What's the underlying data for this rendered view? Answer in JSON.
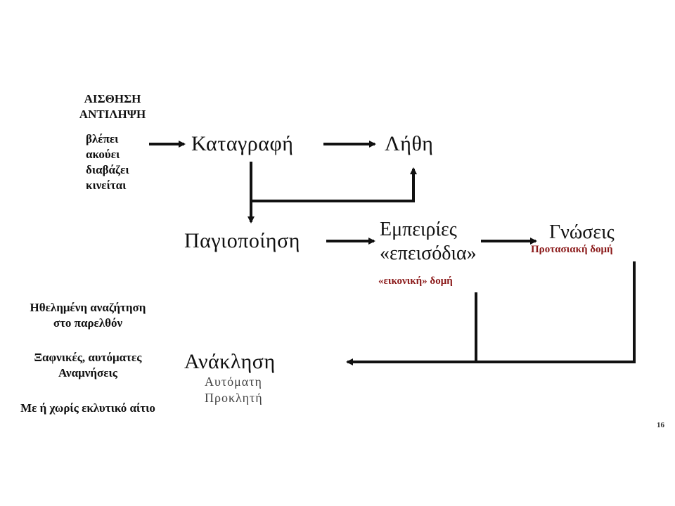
{
  "senses": {
    "title_line1": "ΑΙΣΘΗΣΗ",
    "title_line2": "ΑΝΤΙΛΗΨΗ",
    "verbs": [
      "βλέπει",
      "ακούει",
      "διαβάζει",
      "κινείται"
    ]
  },
  "nodes": {
    "recording": "Καταγραφή",
    "forgetting": "Λήθη",
    "consolidation": "Παγιοποίηση",
    "experiences_line1": "Εμπειρίες",
    "experiences_line2": "«επεισόδια»",
    "experiences_structure": "«εικονική» δομή",
    "knowledge": "Γνώσεις",
    "knowledge_structure": "Προτασιακή δομή",
    "recall": "Ανάκληση",
    "recall_type1": "Αυτόματη",
    "recall_type2": "Προκλητή"
  },
  "recall_sources": {
    "item1_line1": "Ηθελημένη αναζήτηση",
    "item1_line2": "στο παρελθόν",
    "item2_line1": "Ξαφνικές, αυτόματες",
    "item2_line2": "Αναμνήσεις",
    "item3": "Με ή χωρίς εκλυτικό αίτιο"
  },
  "page_number": "16",
  "colors": {
    "accent_red": "#8b1a1a",
    "arrow": "#111111"
  }
}
